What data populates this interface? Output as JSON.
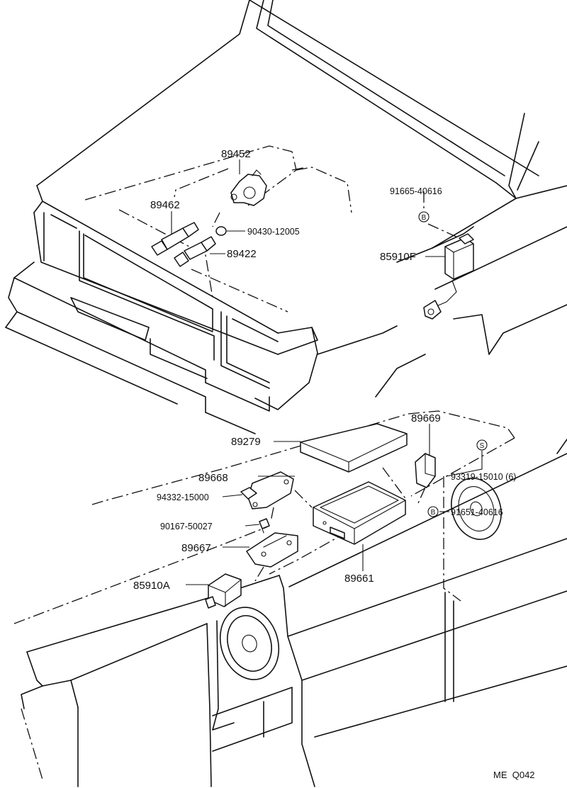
{
  "parts": {
    "p89452": "89452",
    "p89462": "89462",
    "p90430": "90430-12005",
    "p89422": "89422",
    "p91665": "91665-40616",
    "p85910F": "85910F",
    "p89279": "89279",
    "p89669": "89669",
    "p89668": "89668",
    "p94332": "94332-15000",
    "p93319": "93319-15010 (6)",
    "p91651": "91651-40616",
    "p90167": "90167-50027",
    "p89667": "89667",
    "p85910A": "85910A",
    "p89661": "89661"
  },
  "markers": {
    "b": "B",
    "s": "S"
  },
  "diagram_code": "ME  Q042"
}
